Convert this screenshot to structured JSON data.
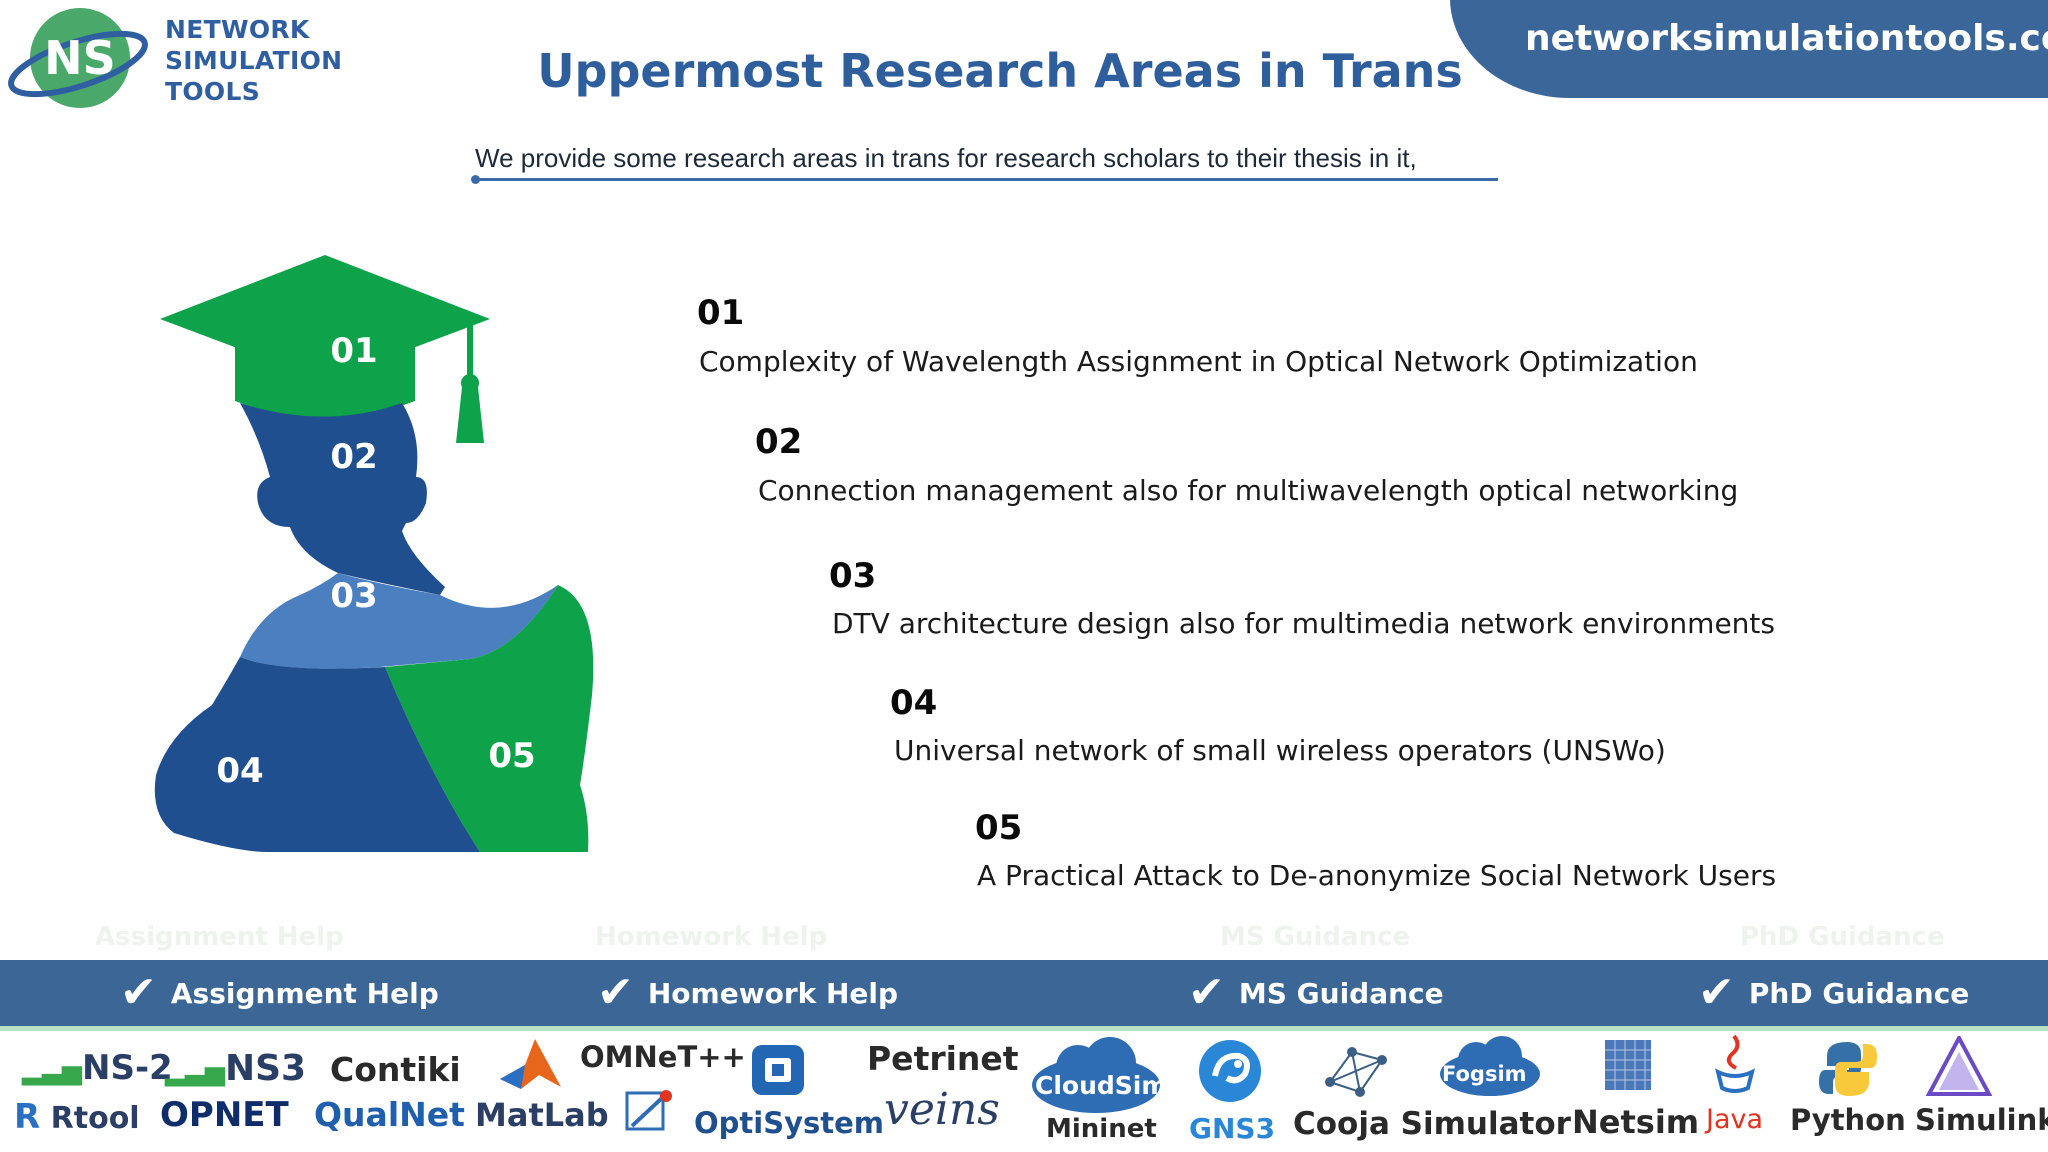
{
  "header": {
    "logo": {
      "initials": "NS",
      "line1": "NETWORK",
      "line2": "SIMULATION",
      "line3": "TOOLS"
    },
    "site_url": "networksimulationtools.com",
    "title": "Uppermost Research Areas in Trans",
    "subtitle": "We provide some research areas in trans for research scholars to their thesis in it,"
  },
  "figure": {
    "labels": [
      "01",
      "02",
      "03",
      "04",
      "05"
    ],
    "colors": {
      "green": "#0ea24b",
      "dark_blue": "#1f4f8f",
      "mid_blue": "#4b7fc0"
    }
  },
  "items": [
    {
      "number": "01",
      "text": "Complexity of Wavelength Assignment in Optical Network Optimization"
    },
    {
      "number": "02",
      "text": "Connection management also for multiwavelength optical networking"
    },
    {
      "number": "03",
      "text": "DTV architecture design also for multimedia network environments"
    },
    {
      "number": "04",
      "text": "Universal network of small wireless operators (UNSWo)"
    },
    {
      "number": "05",
      "text": "A Practical Attack to De-anonymize Social Network Users"
    }
  ],
  "banner": {
    "items": [
      "Assignment Help",
      "Homework Help",
      "MS  Guidance",
      "PhD  Guidance"
    ],
    "check_icon": "check-icon",
    "color": "#3b6696"
  },
  "tools": {
    "ns2": "NS-2",
    "ns3": "NS3",
    "contiki": "Contiki",
    "omnet": "OMNeT++",
    "petrinet": "Petrinet",
    "cloudsim": "CloudSim",
    "fogsim": "Fogsim",
    "rtool": "Rtool",
    "opnet": "OPNET",
    "qualnet": "QualNet",
    "matlab": "MatLab",
    "optisystem": "OptiSystem",
    "veins": "veins",
    "mininet": "Mininet",
    "gns3": "GNS3",
    "cooja": "Cooja Simulator",
    "netsim": "Netsim",
    "java": "Java",
    "python": "Python",
    "simulink": "Simulink"
  }
}
